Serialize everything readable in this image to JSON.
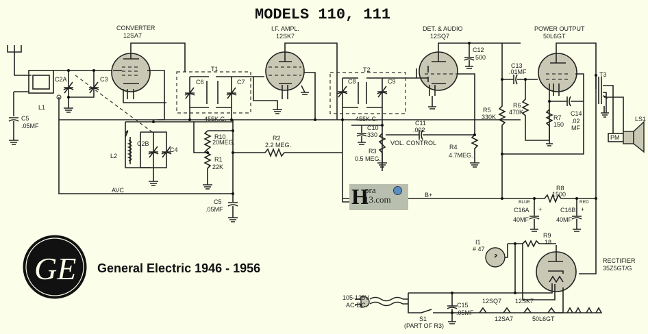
{
  "title": "MODELS  110, 111",
  "footer_text": "General Electric 1946 - 1956",
  "watermark": {
    "line1": "ora",
    "line2": "13.com",
    "initial": "H"
  },
  "colors": {
    "background": "#fbfee8",
    "ink": "#222222",
    "tube_fill": "#c8c8b4"
  },
  "tubes": [
    {
      "role": "CONVERTER",
      "type": "12SA7"
    },
    {
      "role": "I.F. AMPL.",
      "type": "12SK7"
    },
    {
      "role": "DET. & AUDIO",
      "type": "12SQ7"
    },
    {
      "role": "POWER OUTPUT",
      "type": "50L6GT"
    },
    {
      "role": "RECTIFIER",
      "type": "35Z5GT/G"
    }
  ],
  "components": {
    "L1": "L1",
    "L2": "L2",
    "C2A": "C2A",
    "C3": "C3",
    "C2B": "C2B",
    "C4": "C4",
    "C5a": {
      "name": "C5",
      "value": ".05MF"
    },
    "C5b": {
      "name": "C5",
      "value": ".05MF"
    },
    "T1": {
      "name": "T1",
      "freq": "455K.C."
    },
    "T2": {
      "name": "T2",
      "freq": "455K.C."
    },
    "T3": "T3",
    "C6": "C6",
    "C7": "C7",
    "C8": "C8",
    "C9": "C9",
    "R10": {
      "name": "R10",
      "value": "20MEG."
    },
    "R1": {
      "name": "R1",
      "value": "22K"
    },
    "R2": {
      "name": "R2",
      "value": "2.2 MEG."
    },
    "C10": {
      "name": "C10",
      "value": "330"
    },
    "R3": {
      "name": "R3",
      "value": "0.5 MEG."
    },
    "vol": "VOL. CONTROL",
    "C11": {
      "name": "C11",
      "value": ".002"
    },
    "C12": {
      "name": "C12",
      "value": "500"
    },
    "R4": {
      "name": "R4",
      "value": "4.7MEG."
    },
    "R5": {
      "name": "R5",
      "value": "330K"
    },
    "C13": {
      "name": "C13",
      "value": ".01MF"
    },
    "R6": {
      "name": "R6",
      "value": "470K"
    },
    "R7": {
      "name": "R7",
      "value": "150"
    },
    "C14": {
      "name": "C14",
      "value": ".02",
      "unit": "MF"
    },
    "LS1": "LS1",
    "PM": "PM",
    "AVC": "AVC",
    "Bplus": "B+",
    "R8": {
      "name": "R8",
      "value": "1500"
    },
    "C16A": {
      "name": "C16A",
      "value": "40MF",
      "wire": "BLUE"
    },
    "C16B": {
      "name": "C16B",
      "value": "40MF",
      "wire": "RED"
    },
    "R9": {
      "name": "R9",
      "value": "18"
    },
    "I1": {
      "name": "I1",
      "value": "# 47"
    },
    "supply": {
      "volts": "105-125V",
      "type": "AC-DC"
    },
    "C15": {
      "name": "C15",
      "value": ".05MF"
    },
    "S1": {
      "name": "S1",
      "note": "(PART OF R3)"
    },
    "heaters": [
      "12SQ7",
      "12SA7",
      "12SK7",
      "50L6GT"
    ]
  }
}
